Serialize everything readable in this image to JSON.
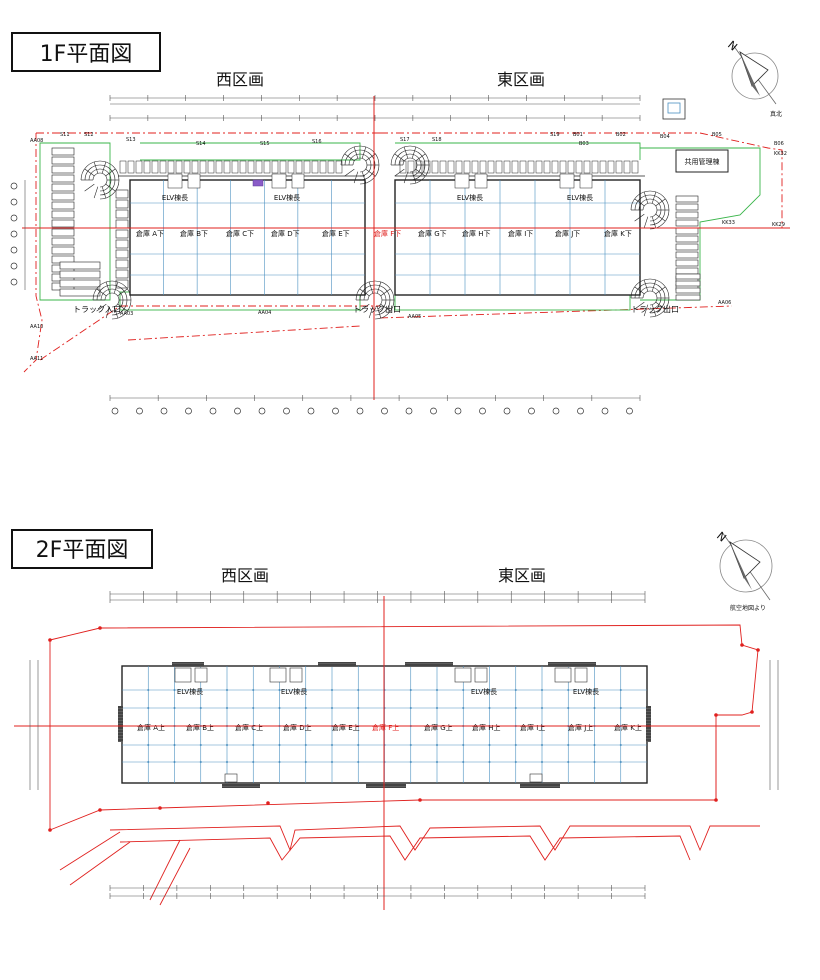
{
  "colors": {
    "outline": "#222222",
    "grid": "#4a8fc0",
    "red": "#e0201e",
    "green": "#3ab54a",
    "dim": "#555555",
    "dark": "#333333"
  },
  "floor1": {
    "title": "1F平面図",
    "west": "西区画",
    "east": "東区画",
    "north_label": "真北",
    "admin_building": "共用管理棟",
    "truck_in": "トラック入口",
    "truck_out_center": "トラック出口",
    "truck_out_right": "トラック出口",
    "elv_labels": [
      "ELV棟長",
      "ELV棟長",
      "ELV棟長",
      "ELV棟長"
    ],
    "warehouses": [
      "倉庫 A下",
      "倉庫 B下",
      "倉庫 C下",
      "倉庫 D下",
      "倉庫 E下",
      "倉庫 F下",
      "倉庫 G下",
      "倉庫 H下",
      "倉庫 I下",
      "倉庫 J下",
      "倉庫 K下"
    ],
    "road_codes": [
      "S11",
      "S12",
      "S13",
      "S14",
      "S15",
      "S16",
      "S17",
      "S18",
      "S19",
      "B01",
      "B02",
      "B03",
      "B04",
      "B05",
      "B06",
      "KK32",
      "KK33",
      "KK29",
      "AA03",
      "AA04",
      "AA05",
      "AA06",
      "AA08",
      "AA10",
      "AA11"
    ]
  },
  "floor2": {
    "title": "2F平面図",
    "west": "西区画",
    "east": "東区画",
    "north_label": "航空地図より",
    "elv_labels": [
      "ELV棟長",
      "ELV棟長",
      "ELV棟長",
      "ELV棟長"
    ],
    "warehouses": [
      "倉庫 A上",
      "倉庫 B上",
      "倉庫 C上",
      "倉庫 D上",
      "倉庫 E上",
      "倉庫 F上",
      "倉庫 G上",
      "倉庫 H上",
      "倉庫 I上",
      "倉庫 J上",
      "倉庫 K上"
    ]
  }
}
